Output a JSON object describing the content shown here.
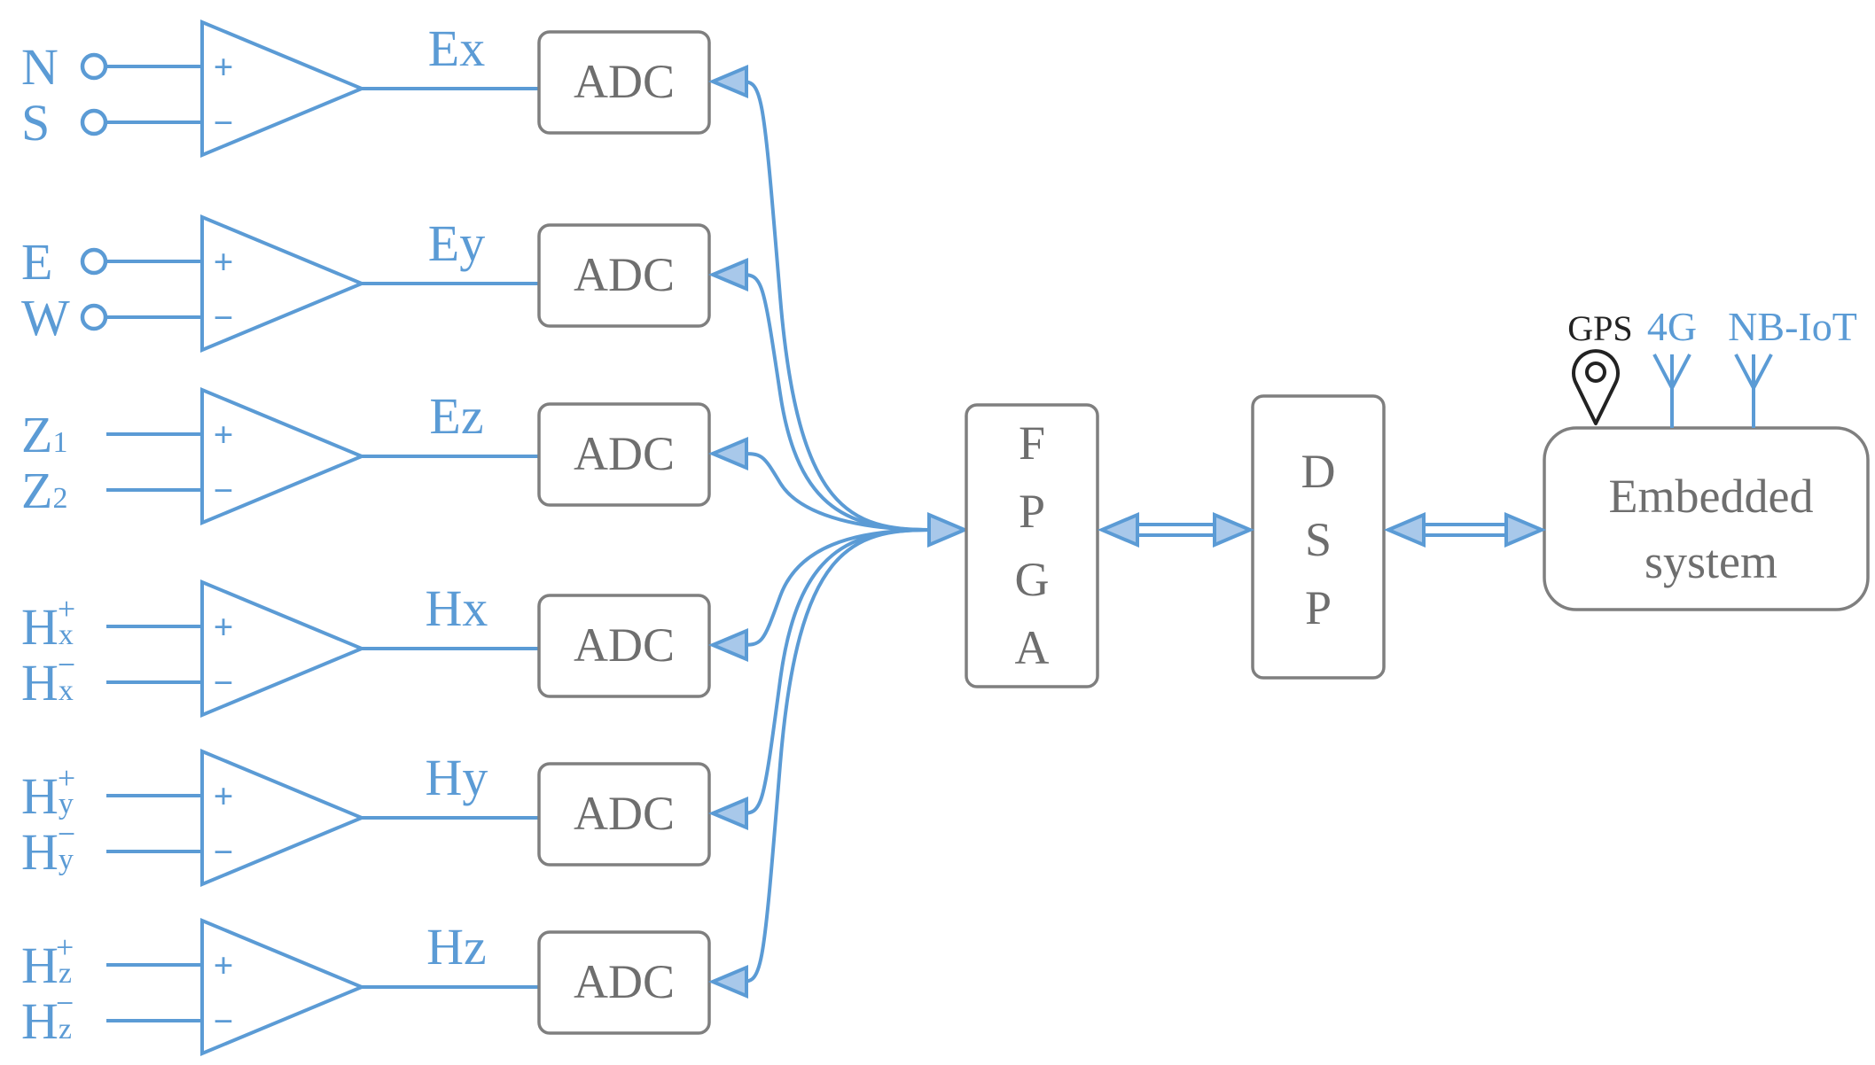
{
  "channels": [
    {
      "inputs": [
        {
          "main": "N",
          "sub": "",
          "sup": ""
        },
        {
          "main": "S",
          "sub": "",
          "sup": ""
        }
      ],
      "terminal": "circle",
      "signal": "Ex",
      "adc": "ADC"
    },
    {
      "inputs": [
        {
          "main": "E",
          "sub": "",
          "sup": ""
        },
        {
          "main": "W",
          "sub": "",
          "sup": ""
        }
      ],
      "terminal": "circle",
      "signal": "Ey",
      "adc": "ADC"
    },
    {
      "inputs": [
        {
          "main": "Z",
          "sub": "1",
          "sup": ""
        },
        {
          "main": "Z",
          "sub": "2",
          "sup": ""
        }
      ],
      "terminal": "line",
      "signal": "Ez",
      "adc": "ADC"
    },
    {
      "inputs": [
        {
          "main": "H",
          "sub": "x",
          "sup": "+"
        },
        {
          "main": "H",
          "sub": "x",
          "sup": "−"
        }
      ],
      "terminal": "line",
      "signal": "Hx",
      "adc": "ADC"
    },
    {
      "inputs": [
        {
          "main": "H",
          "sub": "y",
          "sup": "+"
        },
        {
          "main": "H",
          "sub": "y",
          "sup": "−"
        }
      ],
      "terminal": "line",
      "signal": "Hy",
      "adc": "ADC"
    },
    {
      "inputs": [
        {
          "main": "H",
          "sub": "z",
          "sup": "+"
        },
        {
          "main": "H",
          "sub": "z",
          "sup": "−"
        }
      ],
      "terminal": "line",
      "signal": "Hz",
      "adc": "ADC"
    }
  ],
  "amplifier": {
    "plus": "+",
    "minus": "−"
  },
  "fpga": {
    "letters": [
      "F",
      "P",
      "G",
      "A"
    ]
  },
  "dsp": {
    "letters": [
      "D",
      "S",
      "P"
    ]
  },
  "embedded": {
    "line1": "Embedded",
    "line2": "system"
  },
  "antennas": {
    "gps": "GPS",
    "lte": "4G",
    "nbiot": "NB-IoT"
  },
  "icons": [
    "gps-pin-icon",
    "antenna-icon"
  ],
  "colors": {
    "accent": "#5b9bd5",
    "box_stroke": "#7f7f7f",
    "box_text": "#6e6e6e"
  }
}
